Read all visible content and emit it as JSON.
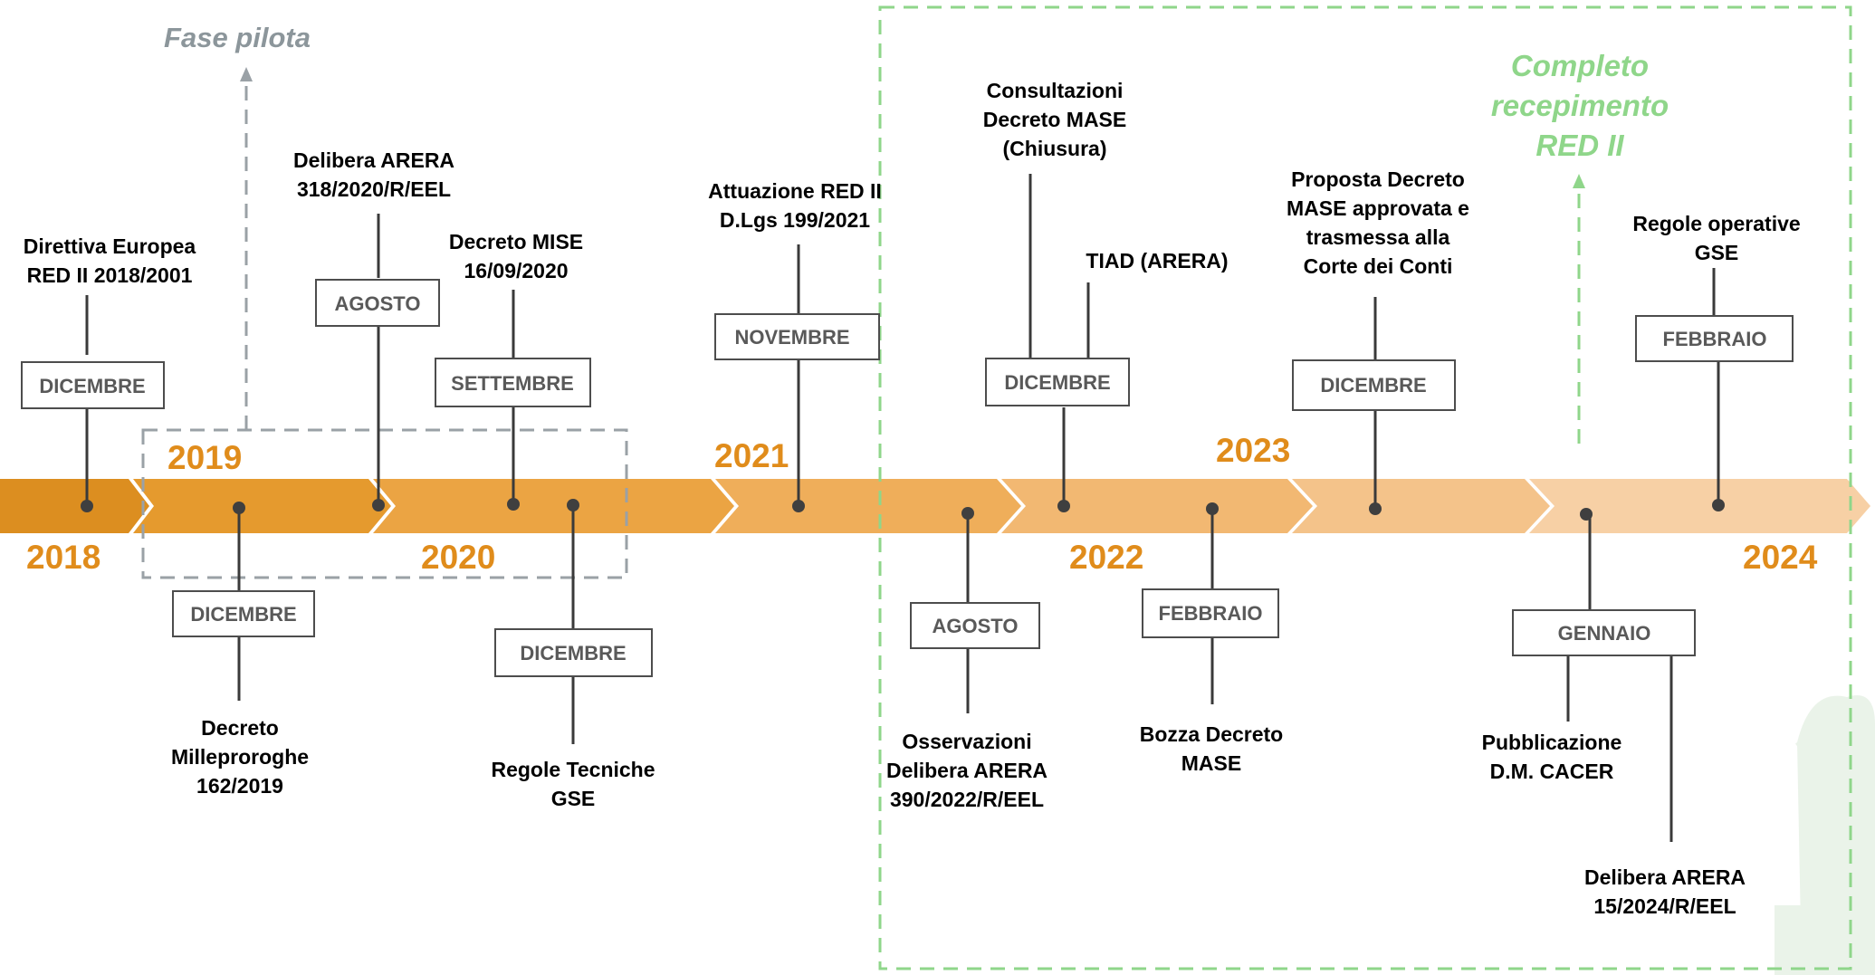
{
  "phases": {
    "pilot": "Fase pilota",
    "complete": [
      "Completo",
      "recepimento",
      "RED II"
    ]
  },
  "years": [
    "2018",
    "2019",
    "2020",
    "2021",
    "2022",
    "2023",
    "2024"
  ],
  "events": [
    {
      "id": "ev1",
      "month": "DICEMBRE",
      "label": [
        "Direttiva Europea",
        "RED II 2018/2001"
      ]
    },
    {
      "id": "ev2",
      "month": "DICEMBRE",
      "label": [
        "Decreto",
        "Milleproroghe",
        "162/2019"
      ]
    },
    {
      "id": "ev3",
      "month": "AGOSTO",
      "label": [
        "Delibera ARERA",
        "318/2020/R/EEL"
      ]
    },
    {
      "id": "ev4",
      "month": "SETTEMBRE",
      "label": [
        "Decreto MISE",
        "16/09/2020"
      ]
    },
    {
      "id": "ev5",
      "month": "DICEMBRE",
      "label": [
        "Regole Tecniche",
        "GSE"
      ]
    },
    {
      "id": "ev6",
      "month": "NOVEMBRE",
      "label": [
        "Attuazione RED II",
        "D.Lgs 199/2021"
      ]
    },
    {
      "id": "ev7",
      "month": "AGOSTO",
      "label": [
        "Osservazioni",
        "Delibera ARERA",
        "390/2022/R/EEL"
      ]
    },
    {
      "id": "ev8",
      "month": "DICEMBRE",
      "label": [
        "Consultazioni",
        "Decreto MASE",
        "(Chiusura)"
      ],
      "label2": [
        "TIAD (ARERA)"
      ]
    },
    {
      "id": "ev9",
      "month": "FEBBRAIO",
      "label": [
        "Bozza Decreto",
        "MASE"
      ]
    },
    {
      "id": "ev10",
      "month": "DICEMBRE",
      "label": [
        "Proposta Decreto",
        "MASE approvata e",
        "trasmessa alla",
        "Corte dei Conti"
      ]
    },
    {
      "id": "ev11",
      "month": "GENNAIO",
      "label": [
        "Pubblicazione",
        "D.M. CACER"
      ],
      "label2": [
        "Delibera ARERA",
        "15/2024/R/EEL"
      ]
    },
    {
      "id": "ev12",
      "month": "FEBBRAIO",
      "label": [
        "Regole operative",
        "GSE"
      ]
    }
  ],
  "colors": {
    "arrow_segments": [
      "#dc8e20",
      "#e59a2e",
      "#eba443",
      "#efae5a",
      "#f2b872",
      "#f4c38a",
      "#f7d0a5"
    ],
    "year_text": "#e08c1b",
    "pilot_frame": "#9aa1a6",
    "complete_frame": "#8fd68a"
  }
}
